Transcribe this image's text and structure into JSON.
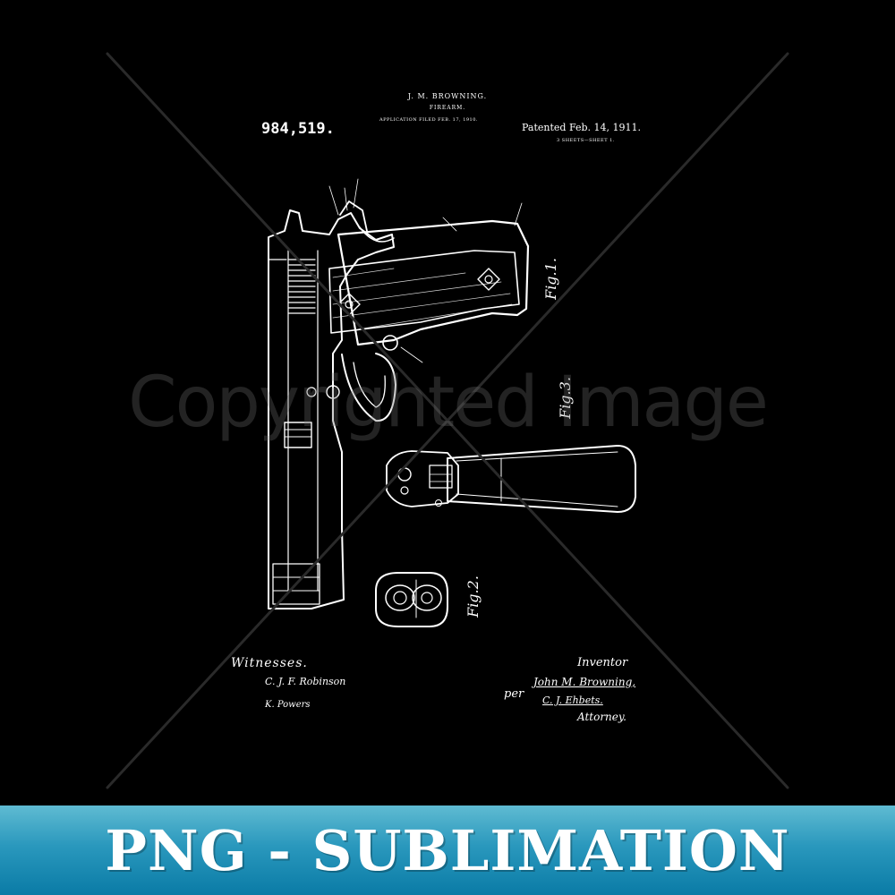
{
  "header": {
    "inventor_name": "J. M. BROWNING.",
    "title": "FIREARM.",
    "application_filed": "APPLICATION FILED FEB. 17, 1910.",
    "patent_number": "984,519.",
    "patented": "Patented Feb. 14, 1911.",
    "sheets": "3 SHEETS—SHEET 1."
  },
  "figures": {
    "fig1": "Fig.1.",
    "fig2": "Fig.2.",
    "fig3": "Fig.3."
  },
  "witnesses": {
    "label": "Witnesses.",
    "signature_1": "C. J. F. Robinson",
    "signature_2": "K. Powers"
  },
  "inventor": {
    "label": "Inventor",
    "signature": "John M. Browning,",
    "per": "per",
    "attorney_signature": "C. J. Ehbets.",
    "attorney_label": "Attorney."
  },
  "watermark": "Copyrighted Image",
  "banner": {
    "text": "PNG - SUBLIMATION",
    "colors": {
      "top": "#5fbbd2",
      "bottom": "#0a7ba6"
    }
  }
}
